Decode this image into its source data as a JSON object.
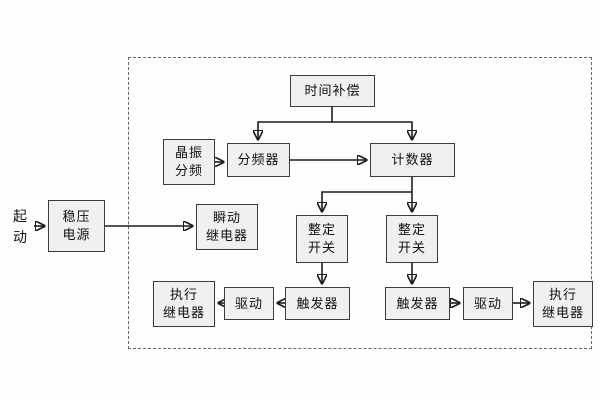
{
  "nodes": {
    "start": "起\n动",
    "regulator": "稳压\n电源",
    "time_compensation": "时间补偿",
    "crystal_divider": "晶振\n分频",
    "frequency_divider": "分频器",
    "counter": "计数器",
    "instant_relay": "瞬动\n继电器",
    "setting_switch_left": "整定\n开关",
    "setting_switch_right": "整定\n开关",
    "trigger_left": "触发器",
    "trigger_right": "触发器",
    "drive_left": "驱动",
    "drive_right": "驱动",
    "exec_relay_left": "执行\n继电器",
    "exec_relay_right": "执行\n继电器"
  },
  "colors": {
    "box_fill": "#f0f0ef",
    "box_border": "#3c3c3c",
    "line": "#1c1c1c",
    "frame_dash": "#666666",
    "background": "#fefefe"
  }
}
